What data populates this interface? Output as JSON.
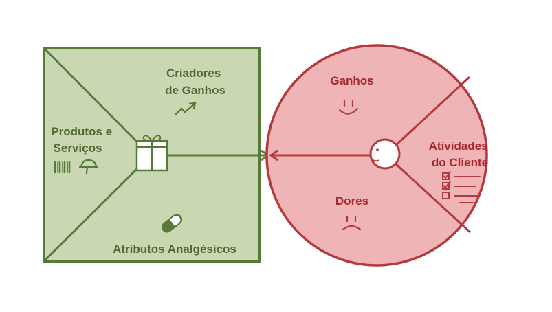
{
  "value_map": {
    "gain_creators": [
      "Criadores",
      "de Ganhos"
    ],
    "products_services": [
      "Produtos e",
      "Serviços"
    ],
    "pain_relievers": "Atributos Analgésicos"
  },
  "customer_profile": {
    "gains": "Ganhos",
    "customer_jobs": [
      "Atividades",
      "do Cliente"
    ],
    "pains": "Dores"
  },
  "colors": {
    "green_fill": "#c9d7b3",
    "green_stroke": "#587a38",
    "green_text": "#4d6b32",
    "red_fill": "#efb4b5",
    "red_stroke": "#b33a3c",
    "red_text": "#a8272a"
  },
  "icons": {
    "gain_creators": "trend-up-arrow-icon",
    "products_services": "gift-box-icon",
    "barcode": "barcode-icon",
    "cap": "cap-icon",
    "pain_relievers": "pill-icon",
    "gains": "smiley-face-icon",
    "pains": "sad-face-icon",
    "customer": "customer-head-icon",
    "customer_jobs": "checklist-icon"
  }
}
